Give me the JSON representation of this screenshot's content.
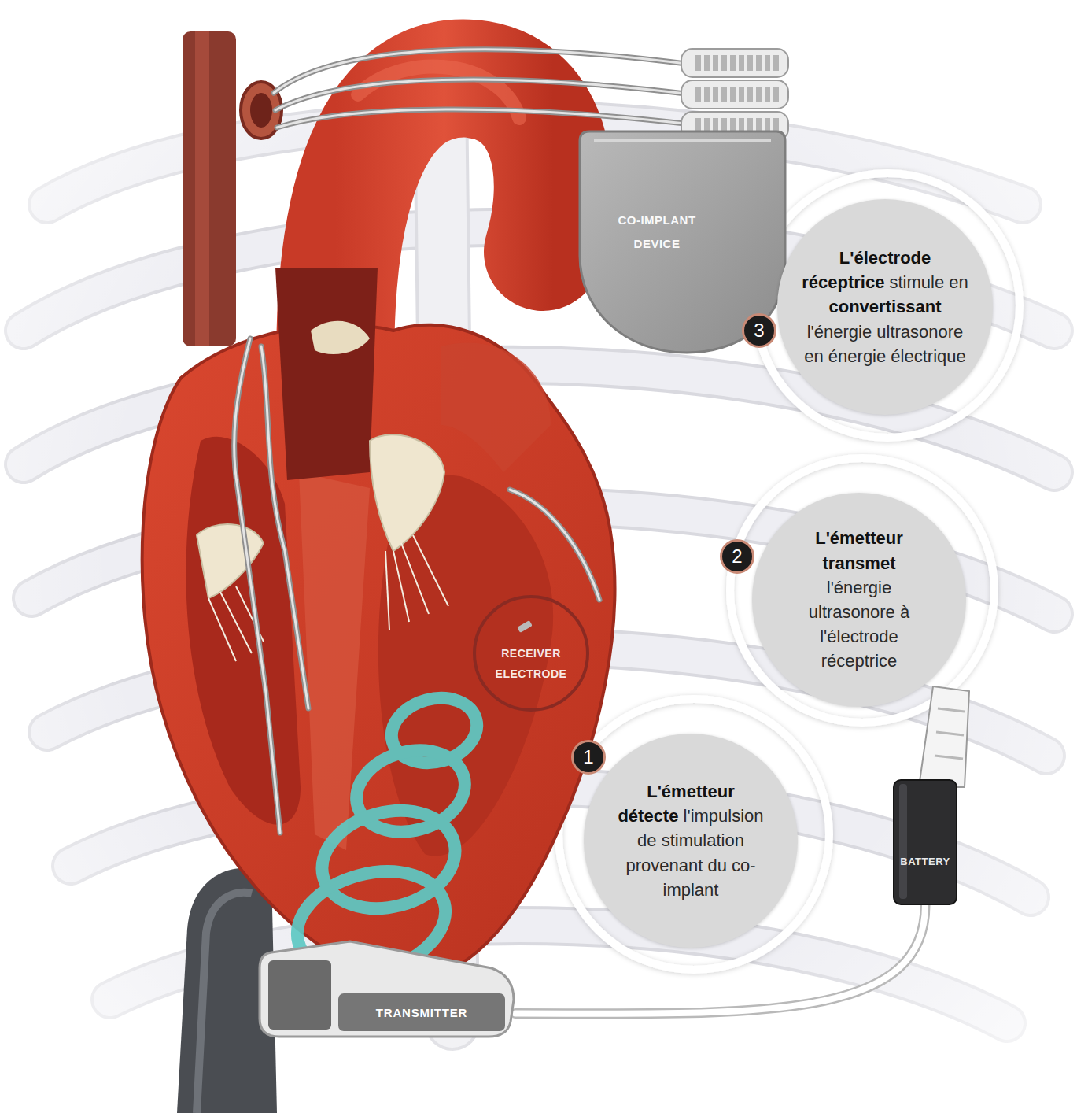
{
  "diagram": {
    "nodes": [
      {
        "text": [
          "CO-IMPLANT DEVICE"
        ]
      },
      {
        "text": [
          "L'électrode réceptrice stimule en convertissant l'énergie ultrasonore en énergie électrique"
        ]
      },
      {
        "text": [
          "RECEIVER ELECTRODE"
        ]
      },
      {
        "text": [
          "L'émetteur transmet l'énergie ultrasonore à l'électrode réceptrice"
        ]
      },
      {
        "text": [
          "L'émetteur détecte l'impulsion de stimulation provenant du co-implant"
        ]
      },
      {
        "text": [
          "BATTERY"
        ]
      },
      {
        "text": [
          "TRANSMITTER"
        ]
      }
    ],
    "edges": [
      {
        "from": 6,
        "to": 5,
        "arrow": "none"
      }
    ],
    "labels": [
      "3",
      "2",
      "1"
    ]
  }
}
